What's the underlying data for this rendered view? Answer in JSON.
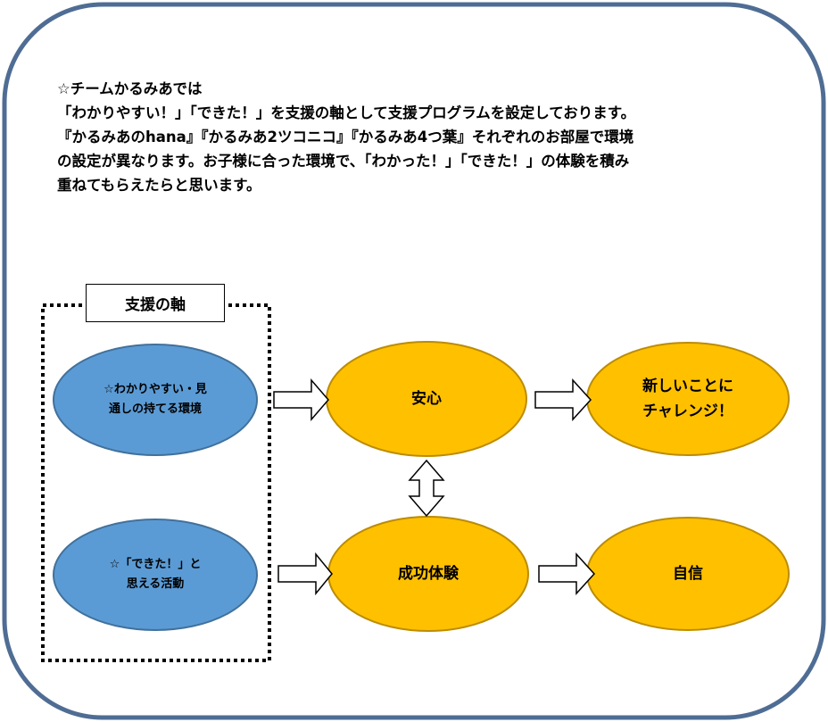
{
  "intro": {
    "lines": [
      "☆チームかるみあでは",
      "「わかりやすい！」「できた！」を支援の軸として支援プログラムを設定しております。",
      "『かるみあのhana』『かるみあ2ツコニコ』『かるみあ4つ葉』それぞれのお部屋で環境",
      "の設定が異なります。お子様に合った環境で、「わかった！」「できた！」の体験を積み",
      "重ねてもらえたらと思います。"
    ]
  },
  "diagram": {
    "axis_label": "支援の軸",
    "nodes": {
      "easy_env": {
        "lines": [
          "☆わかりやすい・見",
          "通しの持てる環境"
        ]
      },
      "achieved": {
        "lines": [
          "☆「できた！」と",
          "思える活動"
        ]
      },
      "anshin": {
        "lines": [
          "安心"
        ]
      },
      "success": {
        "lines": [
          "成功体験"
        ]
      },
      "challenge": {
        "lines": [
          "新しいことに",
          "チャレンジ！"
        ]
      },
      "confidence": {
        "lines": [
          "自信"
        ]
      }
    },
    "colors": {
      "blue_fill": "#5B9BD5",
      "blue_stroke": "#41719C",
      "gold_fill": "#FFC000",
      "gold_stroke": "#BC8C00",
      "frame_stroke": "#4F6D94"
    }
  }
}
